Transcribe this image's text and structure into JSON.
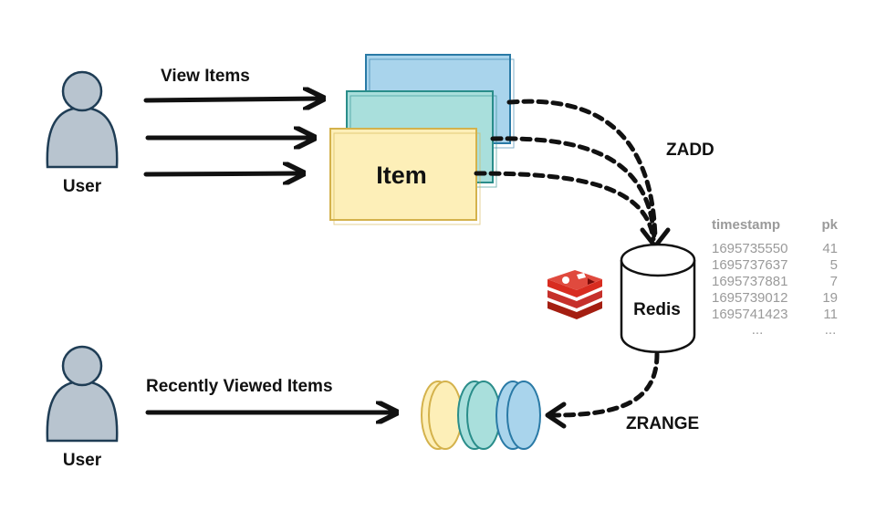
{
  "labels": {
    "user_top": "User",
    "user_bottom": "User",
    "view_items": "View Items",
    "item": "Item",
    "zadd": "ZADD",
    "redis": "Redis",
    "recently_viewed": "Recently Viewed Items",
    "zrange": "ZRANGE"
  },
  "table": {
    "headers": [
      "timestamp",
      "pk"
    ],
    "rows": [
      [
        "1695735550",
        "41"
      ],
      [
        "1695737637",
        "5"
      ],
      [
        "1695737881",
        "7"
      ],
      [
        "1695739012",
        "19"
      ],
      [
        "1695741423",
        "11"
      ],
      [
        "...",
        "..."
      ]
    ]
  },
  "colors": {
    "user": "#b8c4cf",
    "item_blue": "#a9d4ec",
    "item_teal": "#a9dfdc",
    "item_yellow": "#fdefb8",
    "redis_logo": "#c6302b",
    "arrow": "#111111",
    "table_text": "#9a9a9a"
  }
}
